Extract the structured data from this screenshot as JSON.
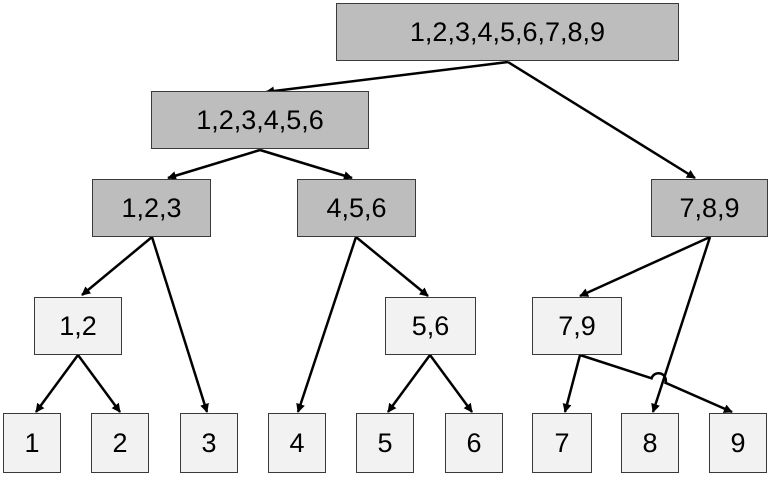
{
  "diagram": {
    "colors": {
      "internal_fill": "#bdbdbd",
      "leaf_fill": "#f2f2f2",
      "line": "#000000"
    },
    "nodes": {
      "root": "1,2,3,4,5,6,7,8,9",
      "n123456": "1,2,3,4,5,6",
      "n123": "1,2,3",
      "n456": "4,5,6",
      "n789": "7,8,9",
      "n12": "1,2",
      "n56": "5,6",
      "n79": "7,9",
      "l1": "1",
      "l2": "2",
      "l3": "3",
      "l4": "4",
      "l5": "5",
      "l6": "6",
      "l7": "7",
      "l8": "8",
      "l9": "9"
    }
  }
}
